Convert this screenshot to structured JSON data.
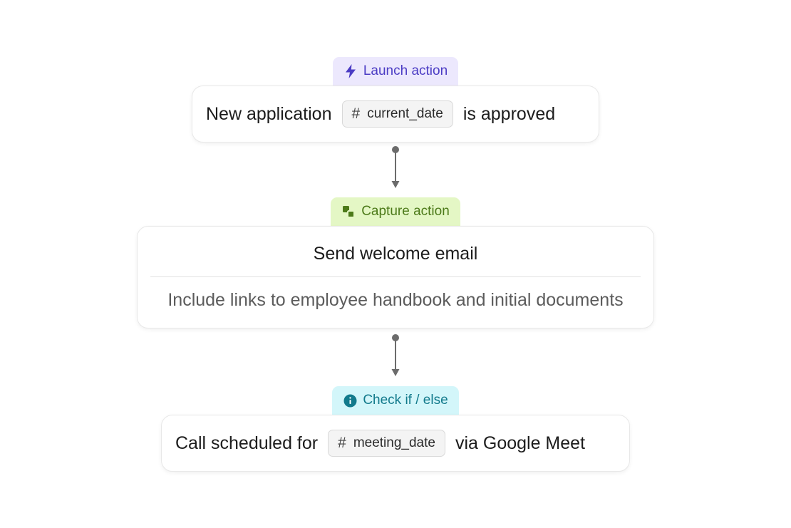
{
  "nodes": {
    "launch": {
      "tag_label": "Launch action",
      "tag_icon": "lightning-icon",
      "text_before": "New application",
      "chip_symbol": "#",
      "chip_label": "current_date",
      "text_after": "is approved"
    },
    "capture": {
      "tag_label": "Capture action",
      "tag_icon": "capture-icon",
      "title": "Send welcome email",
      "description": "Include links to employee handbook and initial documents"
    },
    "check": {
      "tag_label": "Check if / else",
      "tag_icon": "info-icon",
      "text_before": "Call scheduled for",
      "chip_symbol": "#",
      "chip_label": "meeting_date",
      "text_after": "via Google Meet"
    }
  },
  "colors": {
    "launch_tag_bg": "#ece8fd",
    "launch_tag_text": "#4b3cc4",
    "capture_tag_bg": "#e4f7c5",
    "capture_tag_text": "#4c7a19",
    "check_tag_bg": "#d3f6fa",
    "check_tag_text": "#127a8c",
    "connector": "#6b6b6b"
  }
}
